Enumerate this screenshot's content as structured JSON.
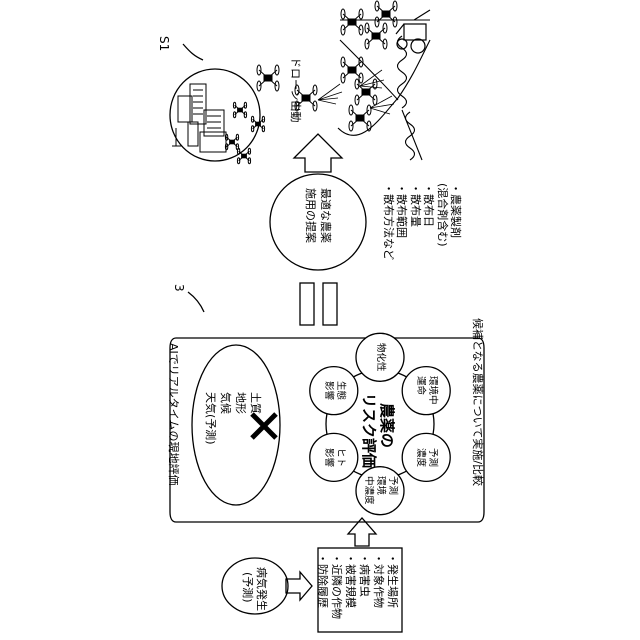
{
  "labels": {
    "s1": "S1",
    "ref3": "3",
    "drone_launch": "ドローン出動",
    "disease_line1": "病気発生",
    "disease_line2": "(予測)",
    "ai_title": "AIでリアルタイムの現地評価",
    "cond": [
      "土質",
      "地形",
      "気候",
      "天気(予測)"
    ],
    "risk_line1": "農薬の",
    "risk_line2": "リスク評価",
    "optimal_line1": "最適な農薬",
    "optimal_line2": "施用の提案",
    "bottom_note": "候補となる農薬について実施/比較"
  },
  "input_list": [
    "・発生場所",
    "・対象作物",
    "・病害虫",
    "・被害規模",
    "・近隣の作物",
    "・防除履歴"
  ],
  "risk_items": [
    [
      "物化性"
    ],
    [
      "環境中",
      "運命"
    ],
    [
      "予測",
      "濃度"
    ],
    [
      "予測",
      "環境",
      "中濃度"
    ],
    [
      "ヒト",
      "影響"
    ],
    [
      "生態",
      "影響"
    ]
  ],
  "output_list": [
    "・農薬製剤",
    "(混合剤含む)",
    "・散布日",
    "・散布量",
    "・散布範囲",
    "・散布方法など"
  ]
}
